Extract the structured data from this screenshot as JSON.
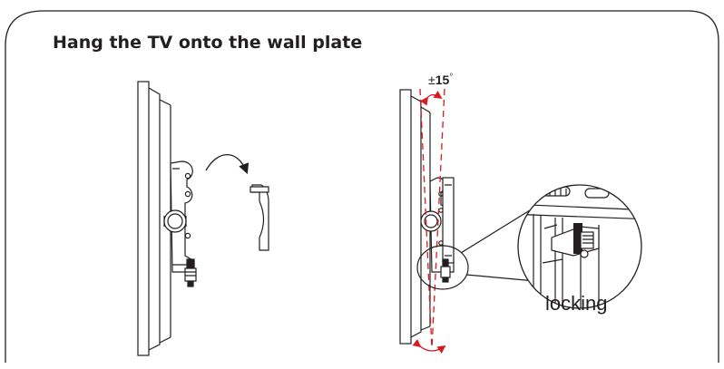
{
  "page": {
    "title": "Hang the TV onto the wall plate"
  },
  "tilt": {
    "plus_minus": "±",
    "value": "15",
    "degree": "°"
  },
  "callout": {
    "label": "locking"
  },
  "colors": {
    "line": "#231f20",
    "tilt_arc": "#d71920"
  },
  "icons": [
    "curved-arrow-icon",
    "tilt-arrow-icon"
  ]
}
